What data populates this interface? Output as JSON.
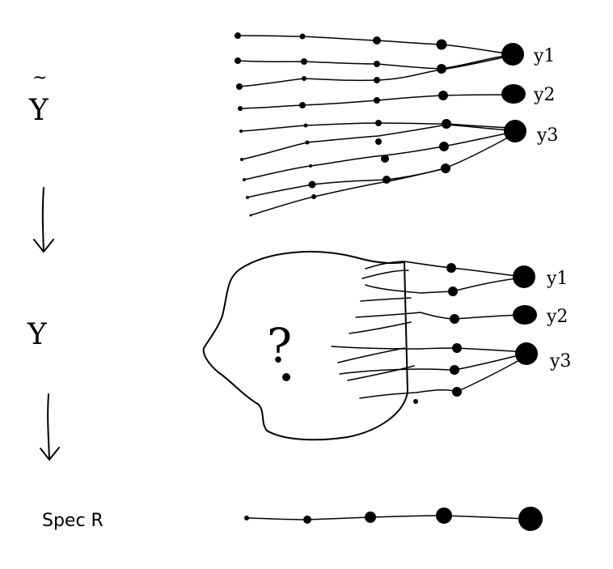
{
  "stages": {
    "top": {
      "symbol": "Y",
      "accent": "~"
    },
    "middle": {
      "symbol": "Y",
      "blob_mark": "?"
    },
    "bottom": {
      "label": "Spec R"
    }
  },
  "outputs": {
    "top": [
      "y1",
      "y2",
      "y3"
    ],
    "middle": [
      "y1",
      "y2",
      "y3"
    ]
  },
  "colors": {
    "ink": "#000000",
    "background": "#ffffff"
  }
}
